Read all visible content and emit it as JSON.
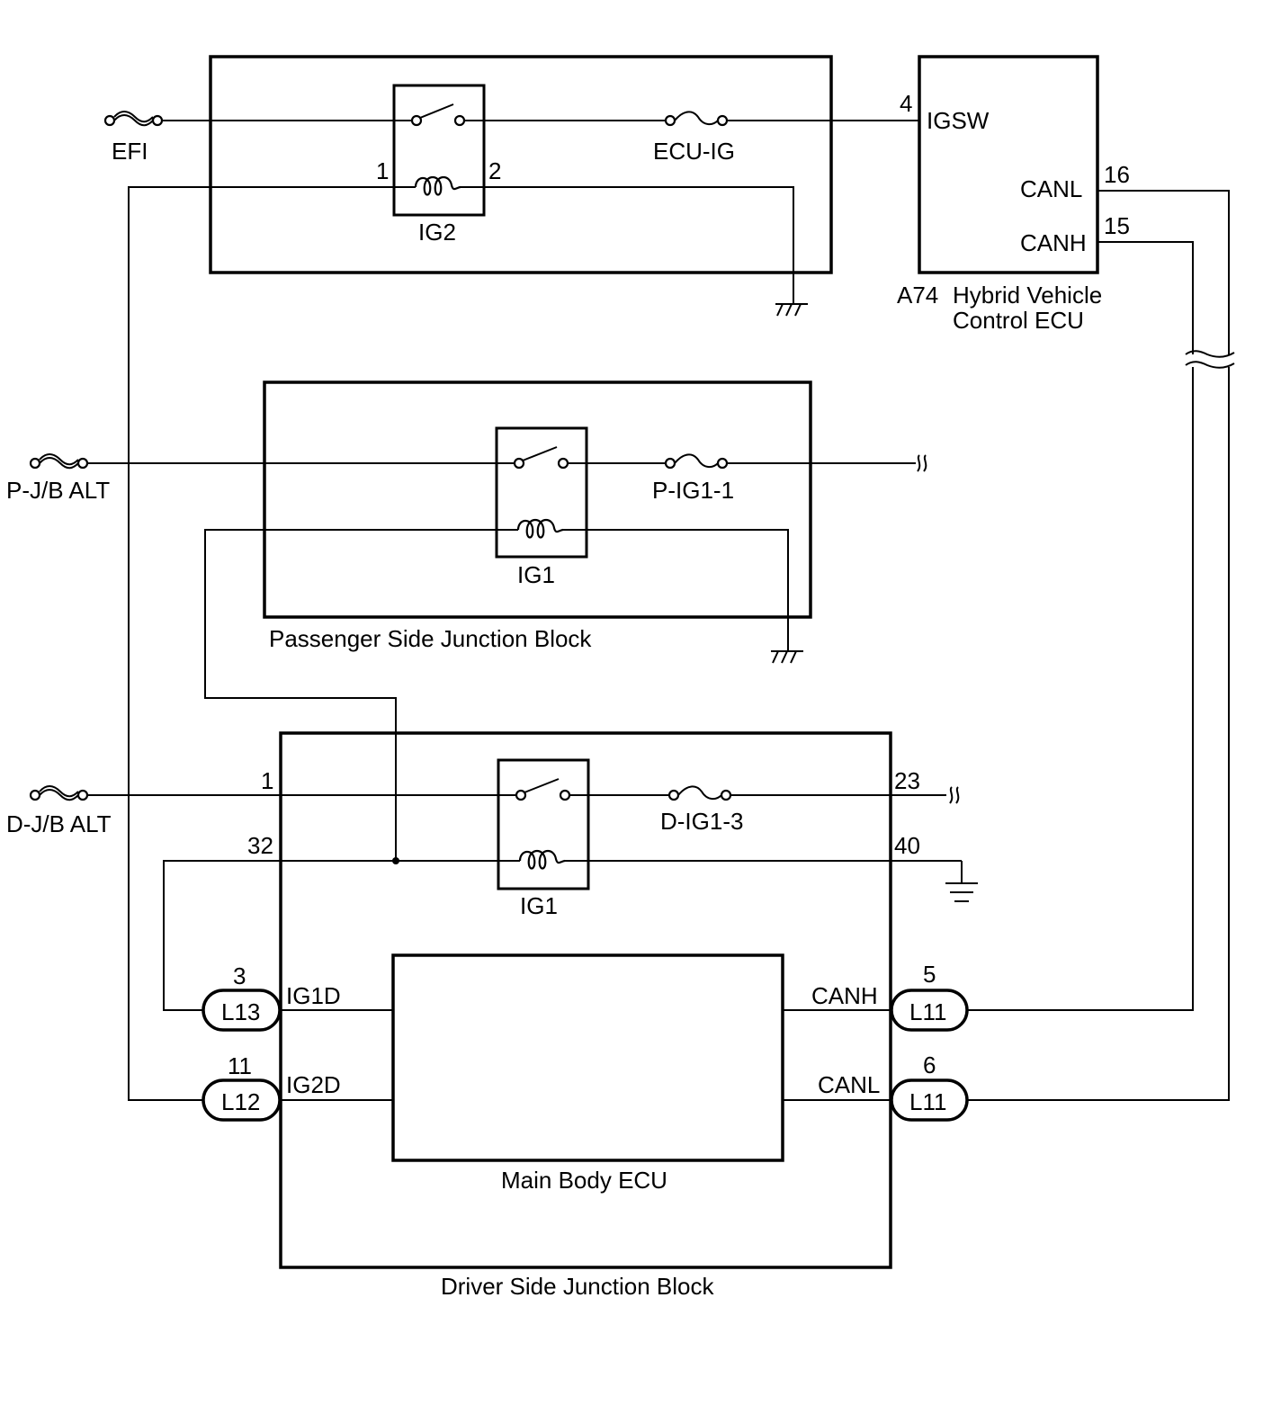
{
  "sources": {
    "efi": "EFI",
    "pjb_alt": "P-J/B ALT",
    "djb_alt": "D-J/B ALT"
  },
  "engine_room_block": {
    "relay": "IG2",
    "relay_pin1": "1",
    "relay_pin2": "2",
    "fuse": "ECU-IG"
  },
  "hv_ecu": {
    "pin_igsw": "4",
    "igsw": "IGSW",
    "canl": "CANL",
    "pin_canl": "16",
    "canh": "CANH",
    "pin_canh": "15",
    "connector": "A74",
    "name_line1": "Hybrid Vehicle",
    "name_line2": "Control ECU"
  },
  "passenger_block": {
    "title": "Passenger Side Junction Block",
    "relay": "IG1",
    "fuse": "P-IG1-1"
  },
  "driver_block": {
    "title": "Driver Side Junction Block",
    "relay": "IG1",
    "fuse": "D-IG1-3",
    "pin_in": "1",
    "pin_coil": "32",
    "pin_out": "23",
    "pin_ground": "40"
  },
  "main_body_ecu": {
    "title": "Main Body ECU",
    "ig1d": "IG1D",
    "ig2d": "IG2D",
    "canh": "CANH",
    "canl": "CANL",
    "conn_l13": "L13",
    "pin_l13": "3",
    "conn_l12": "L12",
    "pin_l12": "11",
    "conn_l11a": "L11",
    "pin_l11a": "5",
    "conn_l11b": "L11",
    "pin_l11b": "6"
  }
}
